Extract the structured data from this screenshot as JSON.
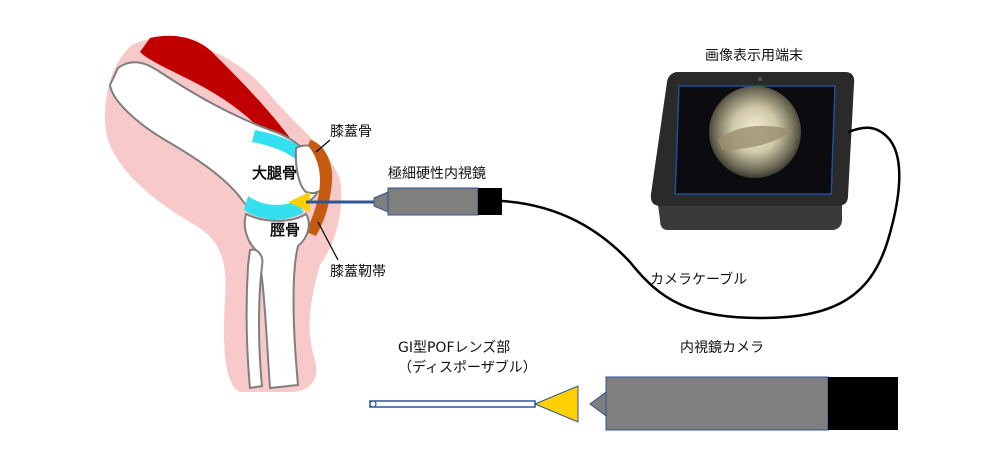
{
  "labels": {
    "patella": "膝蓋骨",
    "femur": "大腿骨",
    "tibia": "脛骨",
    "patellar_tendon": "膝蓋靭帯",
    "endoscope": "極細硬性内視鏡",
    "display_terminal": "画像表示用端末",
    "camera_cable": "カメラケーブル",
    "pof_part_line1": "GI型POFレンズ部",
    "pof_part_line2": "（ディスポーザブル）",
    "endoscope_camera": "内視鏡カメラ"
  },
  "colors": {
    "skin": "#f8c9c9",
    "muscle": "#c00000",
    "bone_fill": "#ffffff",
    "bone_stroke": "#7f7f7f",
    "cartilage": "#33e0f0",
    "patella_tendon": "#c55a11",
    "probe_tip": "#ffd000",
    "scope_body": "#7f7f7f",
    "camera_head": "#000000",
    "fiber": "#2f5597",
    "tablet_frame": "#2a2a2a",
    "screen_border": "#1f4e9a",
    "cable": "#000000"
  },
  "icons": {
    "tablet": "tablet-display-icon",
    "knee": "knee-anatomy-icon"
  }
}
